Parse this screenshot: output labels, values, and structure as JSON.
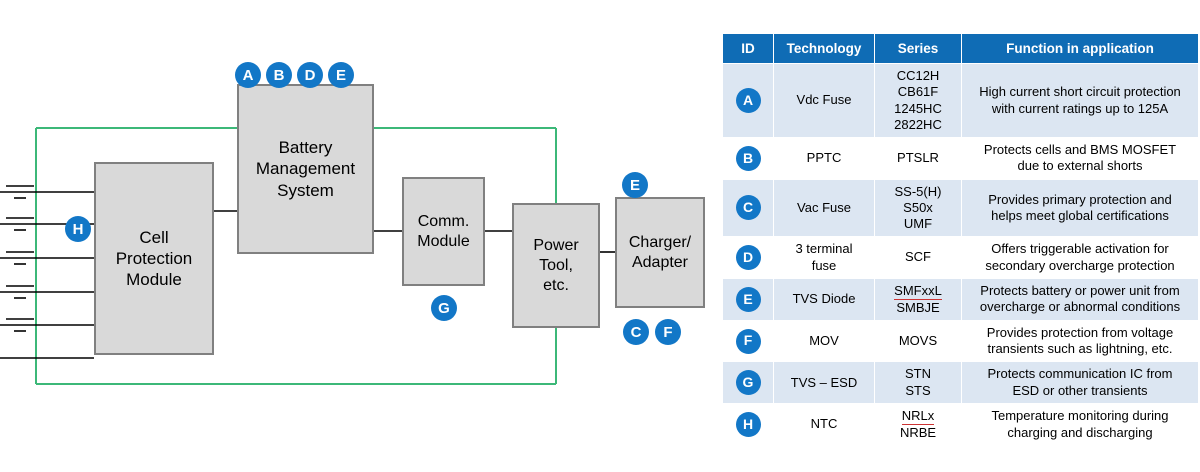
{
  "diagram": {
    "blocks": [
      {
        "id": "cell",
        "label": "Cell\nProtection\nModule"
      },
      {
        "id": "bms",
        "label": "Battery\nManagement\nSystem"
      },
      {
        "id": "comm",
        "label": "Comm.\nModule"
      },
      {
        "id": "power",
        "label": "Power\nTool,\netc."
      },
      {
        "id": "charger",
        "label": "Charger/\nAdapter"
      }
    ],
    "badges": [
      {
        "key": "bms-a",
        "label": "A"
      },
      {
        "key": "bms-b",
        "label": "B"
      },
      {
        "key": "bms-d",
        "label": "D"
      },
      {
        "key": "bms-e",
        "label": "E"
      },
      {
        "key": "cell-h",
        "label": "H"
      },
      {
        "key": "comm-g",
        "label": "G"
      },
      {
        "key": "charger-e",
        "label": "E"
      },
      {
        "key": "charger-c",
        "label": "C"
      },
      {
        "key": "charger-f",
        "label": "F"
      }
    ]
  },
  "table": {
    "headers": [
      "ID",
      "Technology",
      "Series",
      "Function in application"
    ],
    "rows": [
      {
        "id": "A",
        "technology": "Vdc Fuse",
        "series": "CC12H\nCB61F\n1245HC\n2822HC",
        "series_underline": "",
        "function": "High current short circuit protection\nwith current ratings up to 125A"
      },
      {
        "id": "B",
        "technology": "PPTC",
        "series": "PTSLR",
        "series_underline": "",
        "function": "Protects cells and BMS MOSFET\ndue to external shorts"
      },
      {
        "id": "C",
        "technology": "Vac Fuse",
        "series": "SS-5(H)\nS50x\nUMF",
        "series_underline": "",
        "function": "Provides primary protection and\nhelps meet global certifications"
      },
      {
        "id": "D",
        "technology": "3 terminal\nfuse",
        "series": "SCF",
        "series_underline": "",
        "function": "Offers triggerable activation for\nsecondary overcharge protection"
      },
      {
        "id": "E",
        "technology": "TVS Diode",
        "series": "SMBJE",
        "series_underline": "SMFxxL",
        "function": "Protects battery or power unit from\novercharge or abnormal conditions"
      },
      {
        "id": "F",
        "technology": "MOV",
        "series": "MOVS",
        "series_underline": "",
        "function": "Provides protection from voltage\ntransients such as lightning, etc."
      },
      {
        "id": "G",
        "technology": "TVS – ESD",
        "series": "STN\nSTS",
        "series_underline": "",
        "function": "Protects communication IC from\nESD or other transients"
      },
      {
        "id": "H",
        "technology": "NTC",
        "series": "NRBE",
        "series_underline": "NRLx",
        "function": "Temperature monitoring during\ncharging and discharging"
      }
    ]
  },
  "colors": {
    "badge": "#1277c7",
    "header": "#0f6cb5",
    "row_alt": "#dce6f2",
    "block_fill": "#d9d9d9",
    "block_stroke": "#808080",
    "wire_green": "#3cb878",
    "wire_black": "#000000"
  }
}
